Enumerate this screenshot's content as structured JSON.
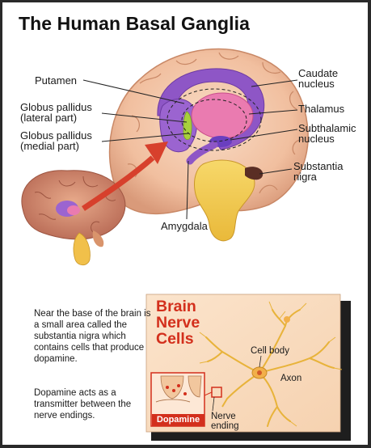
{
  "title": "The Human Basal Ganglia",
  "labels": {
    "putamen": "Putamen",
    "globus_lateral": "Globus pallidus\n(lateral part)",
    "globus_medial": "Globus pallidus\n(medial part)",
    "caudate": "Caudate\nnucleus",
    "thalamus": "Thalamus",
    "subthalamic": "Subthalamic\nnucleus",
    "substantia": "Substantia\nnigra",
    "amygdala": "Amygdala"
  },
  "description": {
    "paragraph1": "Near the base of the brain is a small area called the substantia nigra which contains cells that produce dopamine.",
    "paragraph2": "Dopamine acts as a transmitter between the nerve endings."
  },
  "nerve_cells": {
    "title": "Brain\nNerve\nCells",
    "cell_body": "Cell body",
    "axon": "Axon",
    "nerve_ending": "Nerve\nending",
    "dopamine": "Dopamine"
  },
  "colors": {
    "brain_tissue": "#f3c4a6",
    "putamen_purple": "#8e56c6",
    "thalamus_pink": "#e86aa6",
    "globus_green": "#a8d03c",
    "brainstem_yellow": "#f2c74a",
    "arrow_red": "#d7402c",
    "panel_bg": "#f9dcc0",
    "title_red": "#d32f1c"
  }
}
